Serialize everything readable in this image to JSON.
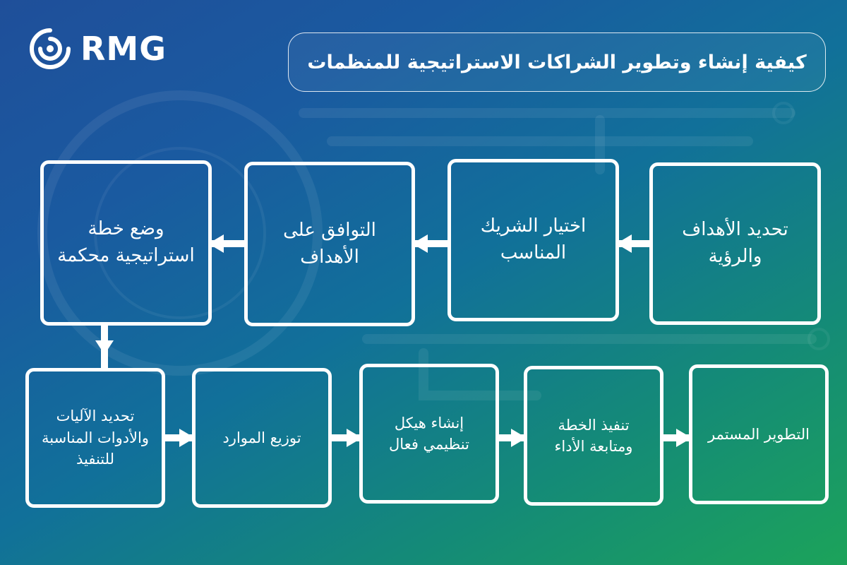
{
  "brand": {
    "name": "RMG"
  },
  "title": "كيفية إنشاء وتطوير الشراكات الاستراتيجية للمنظمات",
  "steps": [
    "تحديد الأهداف والرؤية",
    "اختيار الشريك المناسب",
    "التوافق على الأهداف",
    "وضع خطة استراتيجية محكمة",
    "تحديد الآليات والأدوات المناسبة للتنفيذ",
    "توزيع الموارد",
    "إنشاء هيكل تنظيمي فعال",
    "تنفيذ الخطة ومتابعة الأداء",
    "التطوير المستمر"
  ],
  "colors": {
    "border": "#ffffff",
    "text": "#ffffff",
    "bg_start": "#1f4f9a",
    "bg_end": "#1ca35a"
  },
  "icons": [
    "logo-ring-icon",
    "arrow-head-icon"
  ]
}
